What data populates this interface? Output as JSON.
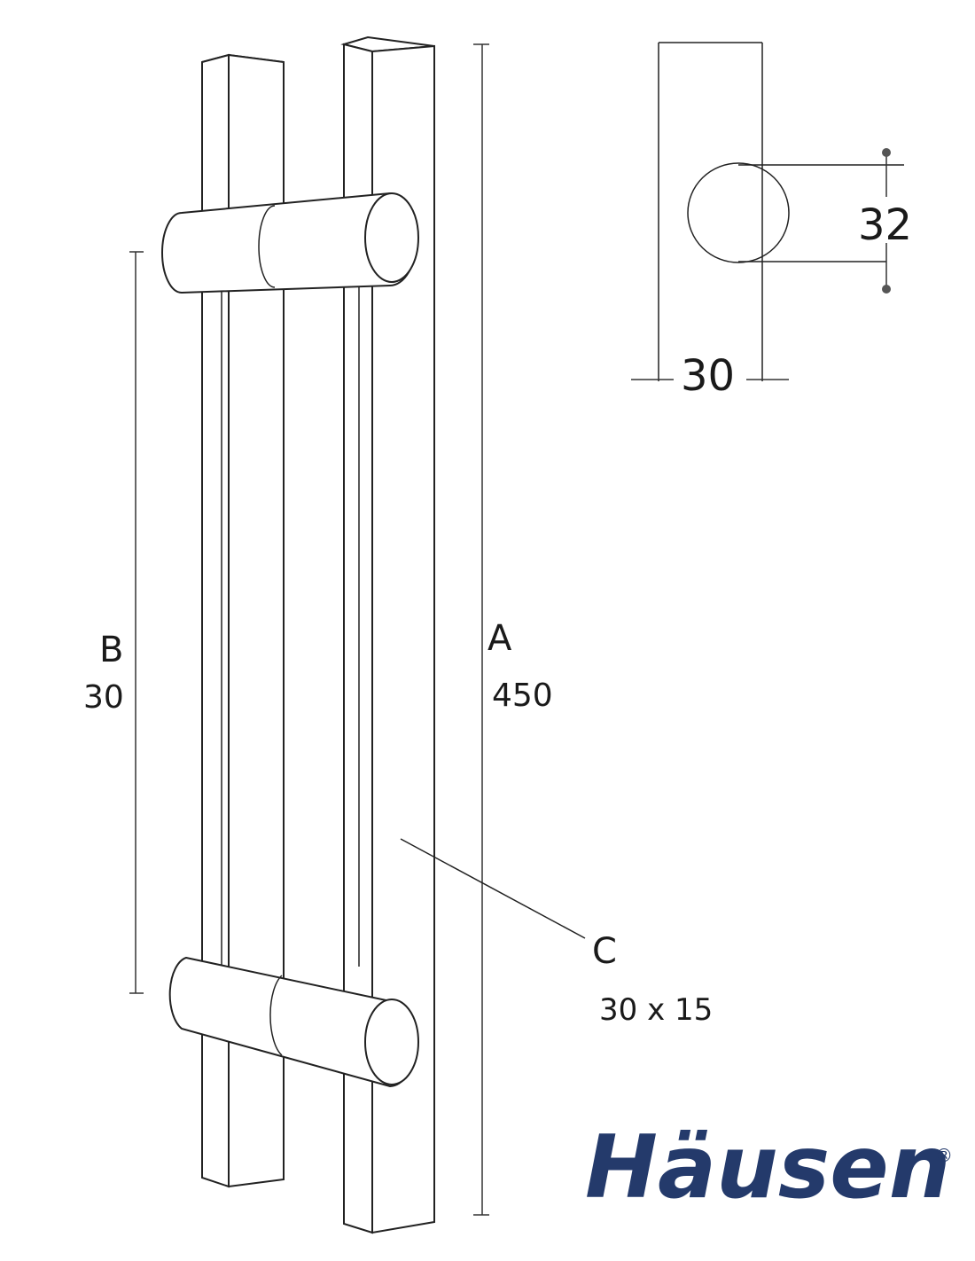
{
  "dimensions": {
    "a": {
      "letter": "A",
      "value": "450"
    },
    "b": {
      "letter": "B",
      "value": "30"
    },
    "c": {
      "letter": "C",
      "value": "30 x 15"
    },
    "detail_width": "30",
    "detail_diameter": "32"
  },
  "logo": {
    "text": "Häusen",
    "registered_mark": "®"
  },
  "colors": {
    "line": "#222222",
    "logo": "#243a6b",
    "background": "#ffffff"
  }
}
